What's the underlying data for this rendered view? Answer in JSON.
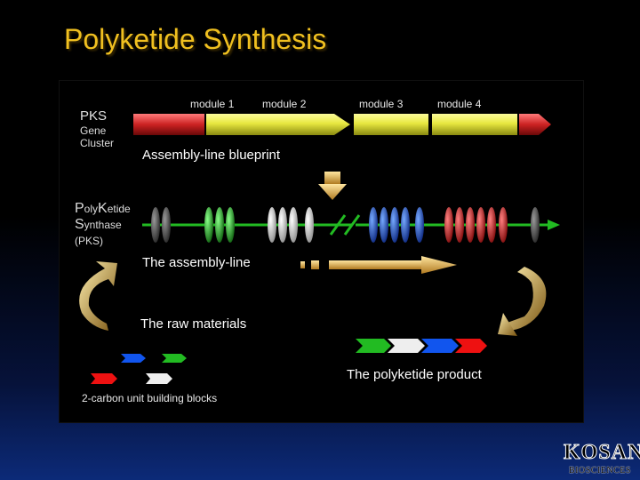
{
  "slide": {
    "title": "Polyketide Synthesis"
  },
  "gene_cluster": {
    "label_main": "PKS",
    "label_sub_1": "Gene",
    "label_sub_2": "Cluster",
    "modules": [
      "module 1",
      "module 2",
      "module 3",
      "module 4"
    ],
    "blueprint_caption": "Assembly-line blueprint"
  },
  "synthase": {
    "letter_p": "P",
    "text_oly": "oly",
    "letter_k": "K",
    "text_etide": "etide",
    "letter_s": "S",
    "text_ynthase": "ynthase",
    "abbrev": "(PKS)",
    "caption": "The assembly-line"
  },
  "raw_materials": {
    "caption": "The raw materials",
    "building_blocks_caption": "2-carbon unit building blocks"
  },
  "product": {
    "caption": "The polyketide product"
  },
  "colors": {
    "title": "#f0c020",
    "loading": "#cc2222",
    "module_yellow": "#e8e840",
    "green": "#22aa22",
    "white": "#eeeeee",
    "blue": "#1155ee",
    "red": "#ee1111",
    "grey": "#555555",
    "arrow_gold": "#e8b84a"
  },
  "logo": {
    "brand": "KOSAN",
    "sub": "BIOSCIENCES"
  }
}
